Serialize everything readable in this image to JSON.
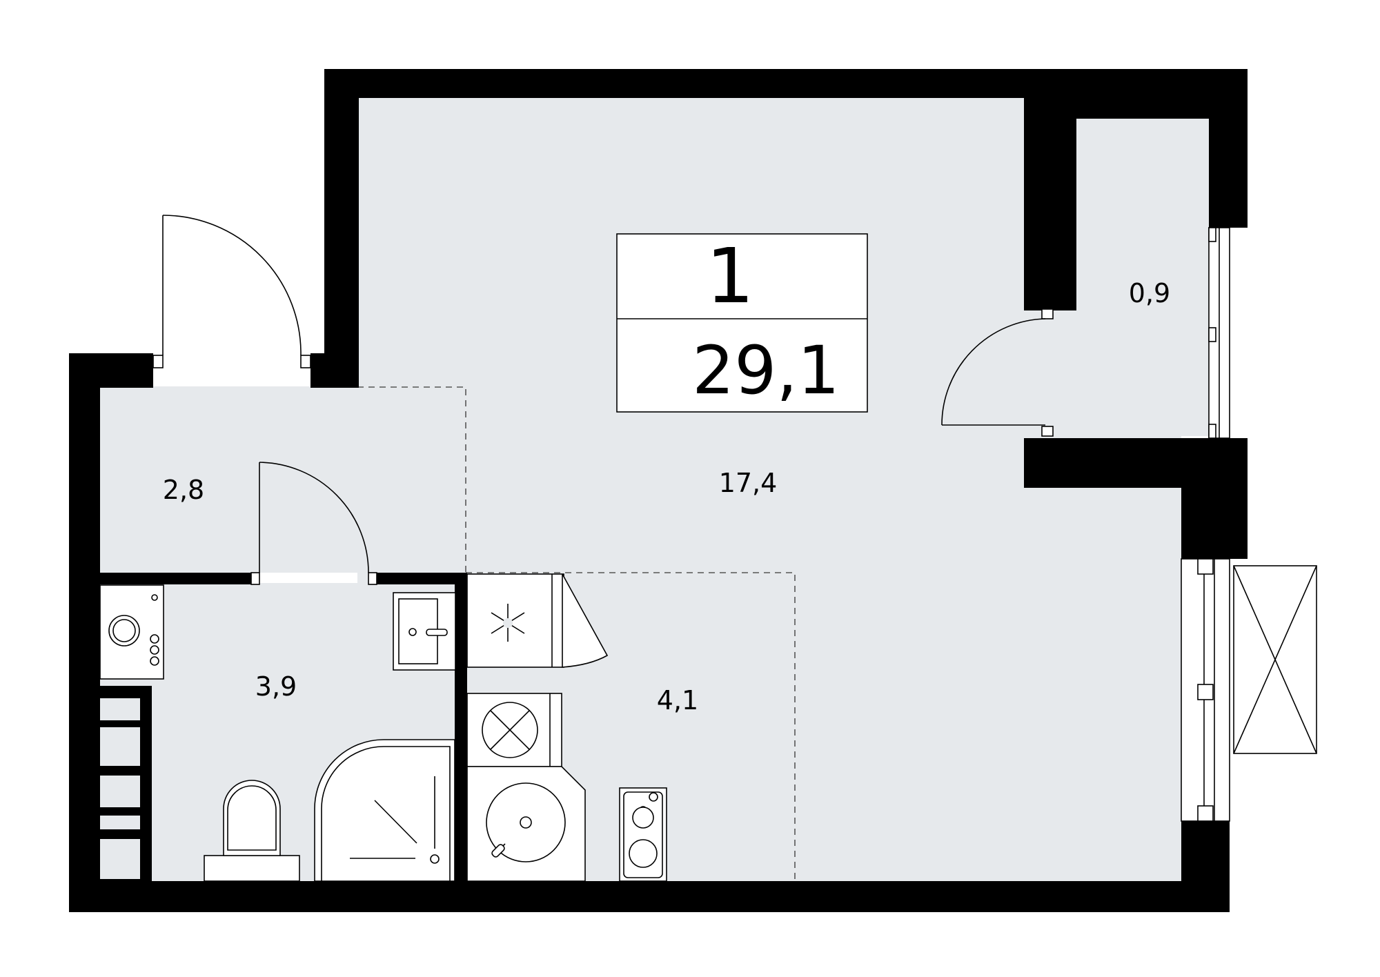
{
  "plan": {
    "rooms_count": "1",
    "total_area": "29,1",
    "rooms": [
      {
        "name": "room-living",
        "area": "17,4"
      },
      {
        "name": "room-balcony",
        "area": "0,9"
      },
      {
        "name": "room-hallway",
        "area": "2,8"
      },
      {
        "name": "room-bathroom",
        "area": "3,9"
      },
      {
        "name": "room-kitchen",
        "area": "4,1"
      }
    ]
  },
  "colors": {
    "floor": "#e6e9ec",
    "wall": "#000000",
    "background": "#ffffff"
  }
}
